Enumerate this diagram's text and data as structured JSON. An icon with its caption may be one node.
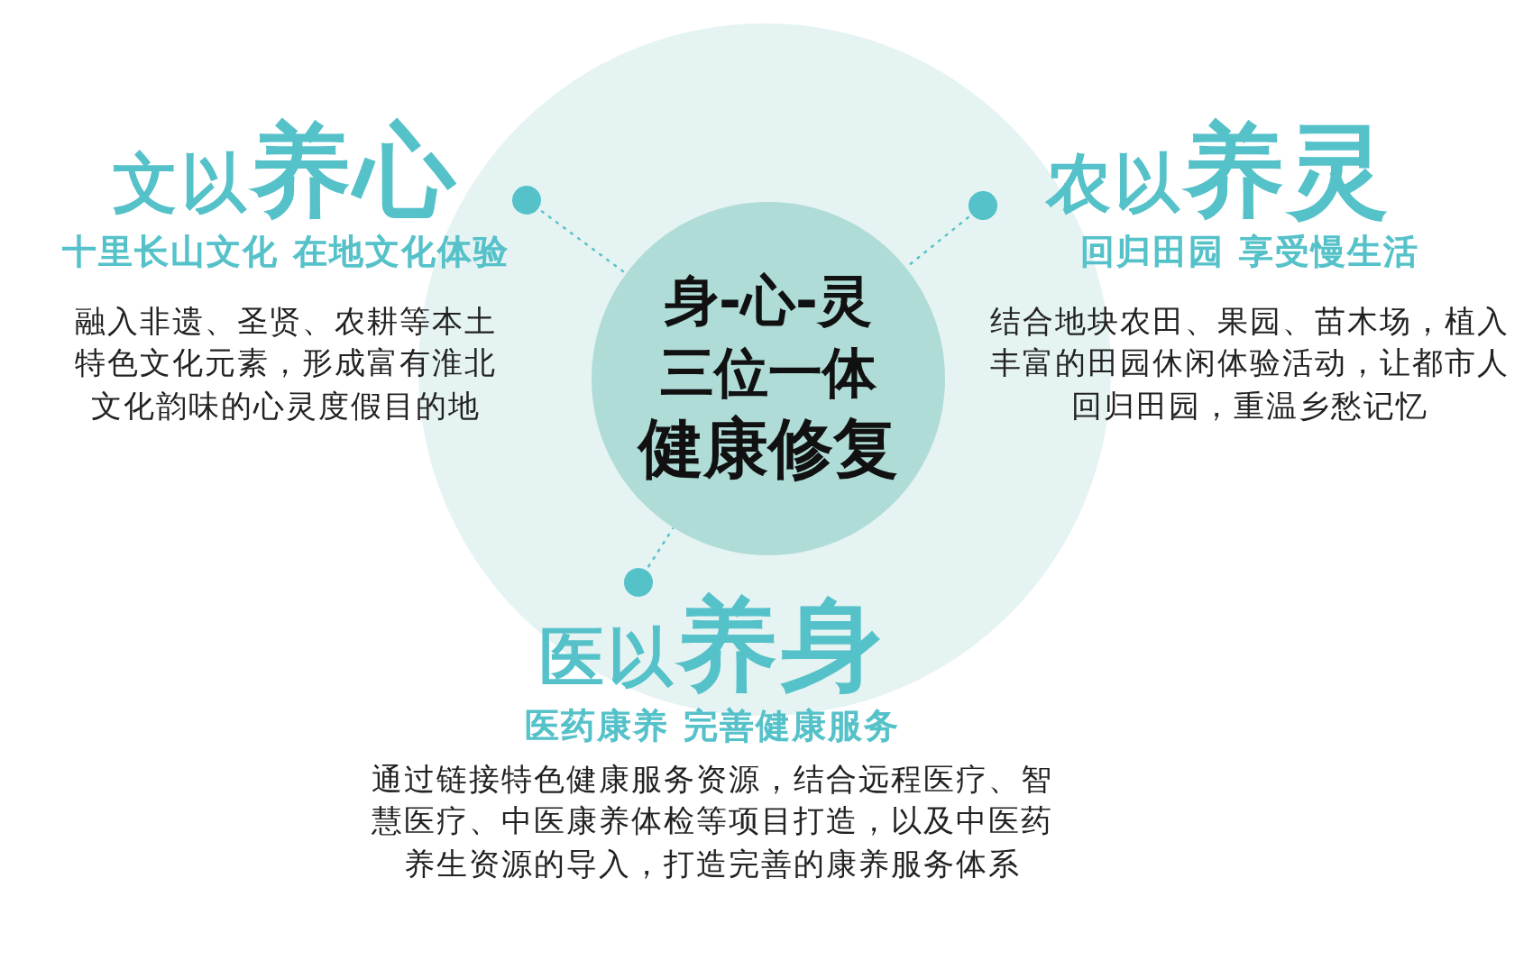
{
  "diagram": {
    "nodes": [
      {
        "text": [
          "文以",
          "养心",
          "十里长山文化 在地文化体验",
          "融入非遗、圣贤、农耕等本土特色文化元素，形成富有淮北文化韵味的心灵度假目的地"
        ]
      },
      {
        "text": [
          "农以",
          "养灵",
          "回归田园 享受慢生活",
          "结合地块农田、果园、苗木场，植入丰富的田园休闲体验活动，让都市人回归田园，重温乡愁记忆"
        ]
      },
      {
        "text": [
          "身-心-灵",
          "三位一体",
          "健康修复"
        ]
      },
      {
        "text": [
          "医以",
          "养身",
          "医药康养 完善健康服务",
          "通过链接特色健康服务资源，结合远程医疗、智慧医疗、中医康养体检等项目打造，以及中医药养生资源的导入，打造完善的康养服务体系"
        ]
      }
    ],
    "edges": [
      {
        "from": 0,
        "to": 2,
        "arrow": "other",
        "style": "dashed"
      },
      {
        "from": 1,
        "to": 2,
        "arrow": "other",
        "style": "dashed"
      },
      {
        "from": 3,
        "to": 2,
        "arrow": "other",
        "style": "dashed"
      }
    ]
  }
}
